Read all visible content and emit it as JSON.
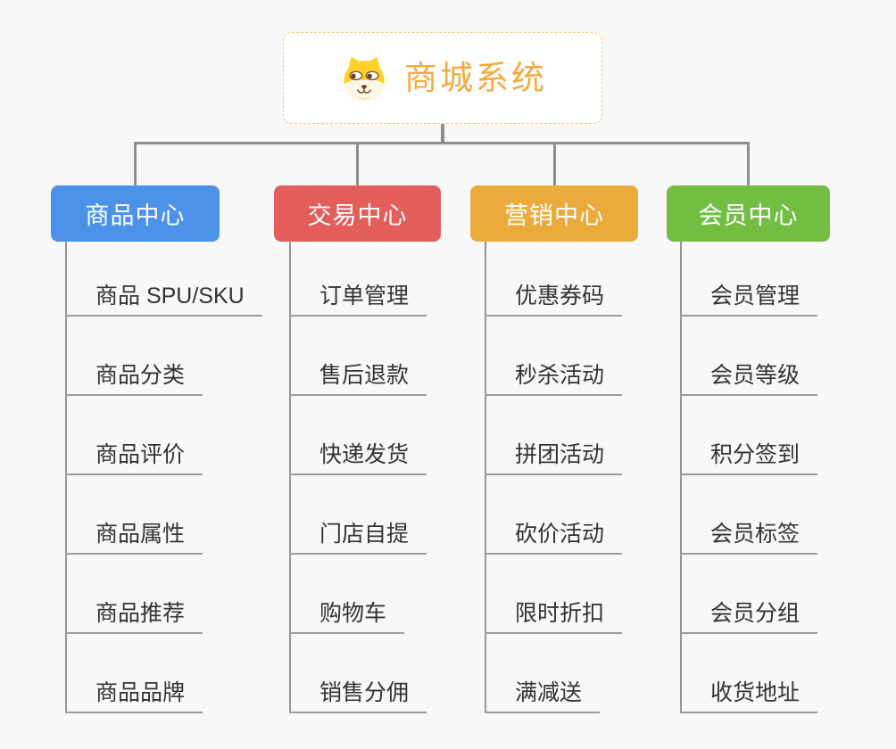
{
  "root": {
    "title": "商城系统",
    "icon": "doge-icon",
    "title_color": "#f5a93f",
    "border_color": "#f3c878",
    "background": "#ffffff"
  },
  "canvas_background": "#f8f8f8",
  "connector_color": "#8e8e8e",
  "child_line_color": "#9b9b9b",
  "child_text_color": "#333333",
  "branches": [
    {
      "label": "商品中心",
      "color": "#4b92e8",
      "items": [
        "商品 SPU/SKU",
        "商品分类",
        "商品评价",
        "商品属性",
        "商品推荐",
        "商品品牌"
      ]
    },
    {
      "label": "交易中心",
      "color": "#e35d5b",
      "items": [
        "订单管理",
        "售后退款",
        "快递发货",
        "门店自提",
        "购物车",
        "销售分佣"
      ]
    },
    {
      "label": "营销中心",
      "color": "#ebaa3c",
      "items": [
        "优惠券码",
        "秒杀活动",
        "拼团活动",
        "砍价活动",
        "限时折扣",
        "满减送"
      ]
    },
    {
      "label": "会员中心",
      "color": "#71be43",
      "items": [
        "会员管理",
        "会员等级",
        "积分签到",
        "会员标签",
        "会员分组",
        "收货地址"
      ]
    }
  ]
}
